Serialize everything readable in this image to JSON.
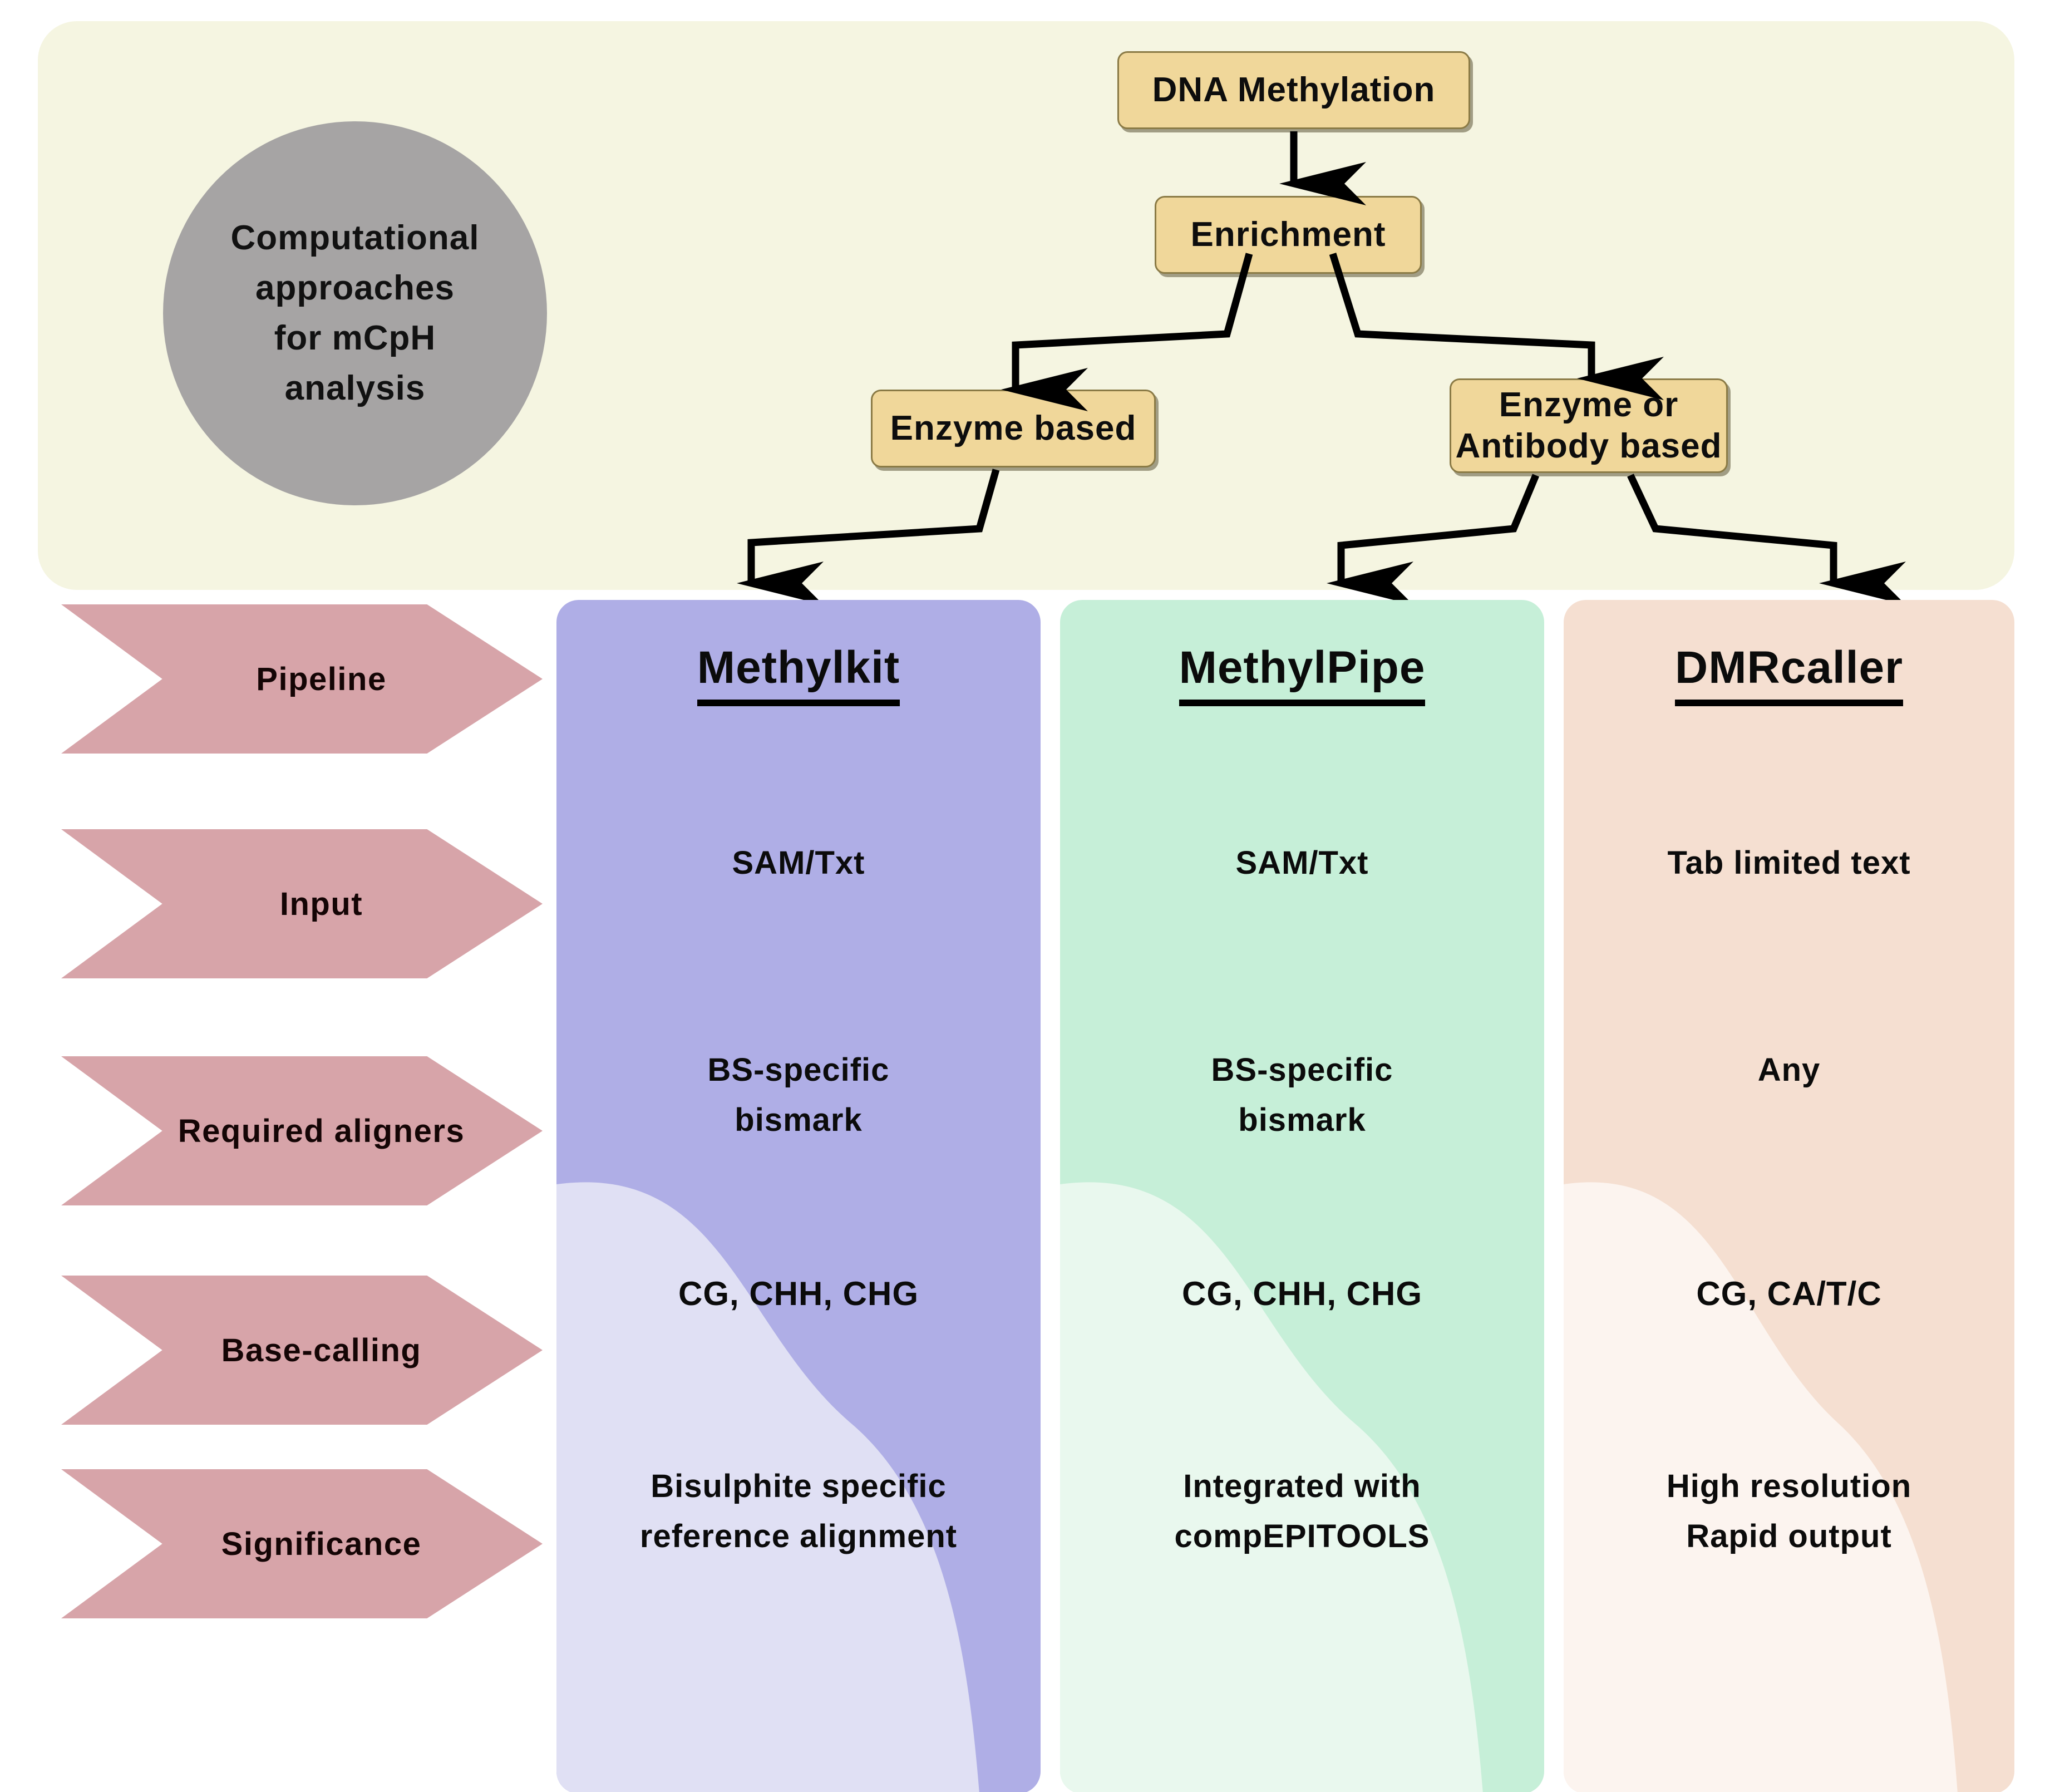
{
  "banner": {
    "circle_label": "Computational approaches for mCpH analysis",
    "circle_lines": [
      "Computational",
      "approaches",
      "for  mCpH",
      "analysis"
    ],
    "nodes": [
      {
        "id": "dna",
        "label": "DNA Methylation"
      },
      {
        "id": "enr",
        "label": "Enrichment"
      },
      {
        "id": "enzb",
        "label": "Enzyme based"
      },
      {
        "id": "enab",
        "label": "Enzyme or Antibody based",
        "lines": [
          "Enzyme or",
          "Antibody based"
        ]
      }
    ]
  },
  "row_labels": [
    "Pipeline",
    "Input",
    "Required aligners",
    "Base-calling",
    "Significance"
  ],
  "columns": [
    {
      "title": "Methylkit",
      "accent_dark": "#afaee6",
      "accent_light": "#e0e0f4",
      "input": "SAM/Txt",
      "aligner_line1": "BS-specific",
      "aligner_line2": "bismark",
      "base_calling": "CG, CHH, CHG",
      "significance_line1": "Bisulphite specific",
      "significance_line2": "reference alignment"
    },
    {
      "title": "MethylPipe",
      "accent_dark": "#c6efd8",
      "accent_light": "#e9f8ee",
      "input": "SAM/Txt",
      "aligner_line1": "BS-specific",
      "aligner_line2": "bismark",
      "base_calling": "CG, CHH, CHG",
      "significance_line1": "Integrated with",
      "significance_line2": "compEPITOOLS"
    },
    {
      "title": "DMRcaller",
      "accent_dark": "#f5dfd1",
      "accent_light": "#fcf4ef",
      "input": "Tab limited text",
      "aligner_line1": "Any",
      "aligner_line2": "",
      "base_calling": "CG, CA/T/C",
      "significance_line1": "High resolution",
      "significance_line2": "Rapid output"
    }
  ],
  "colors": {
    "banner_bg": "#f5f5e1",
    "circle": "#a6a4a4",
    "node_fill": "#f0d79a",
    "node_border": "#8a7a45",
    "chevron": "#d7a4a9",
    "connector": "#000000"
  }
}
